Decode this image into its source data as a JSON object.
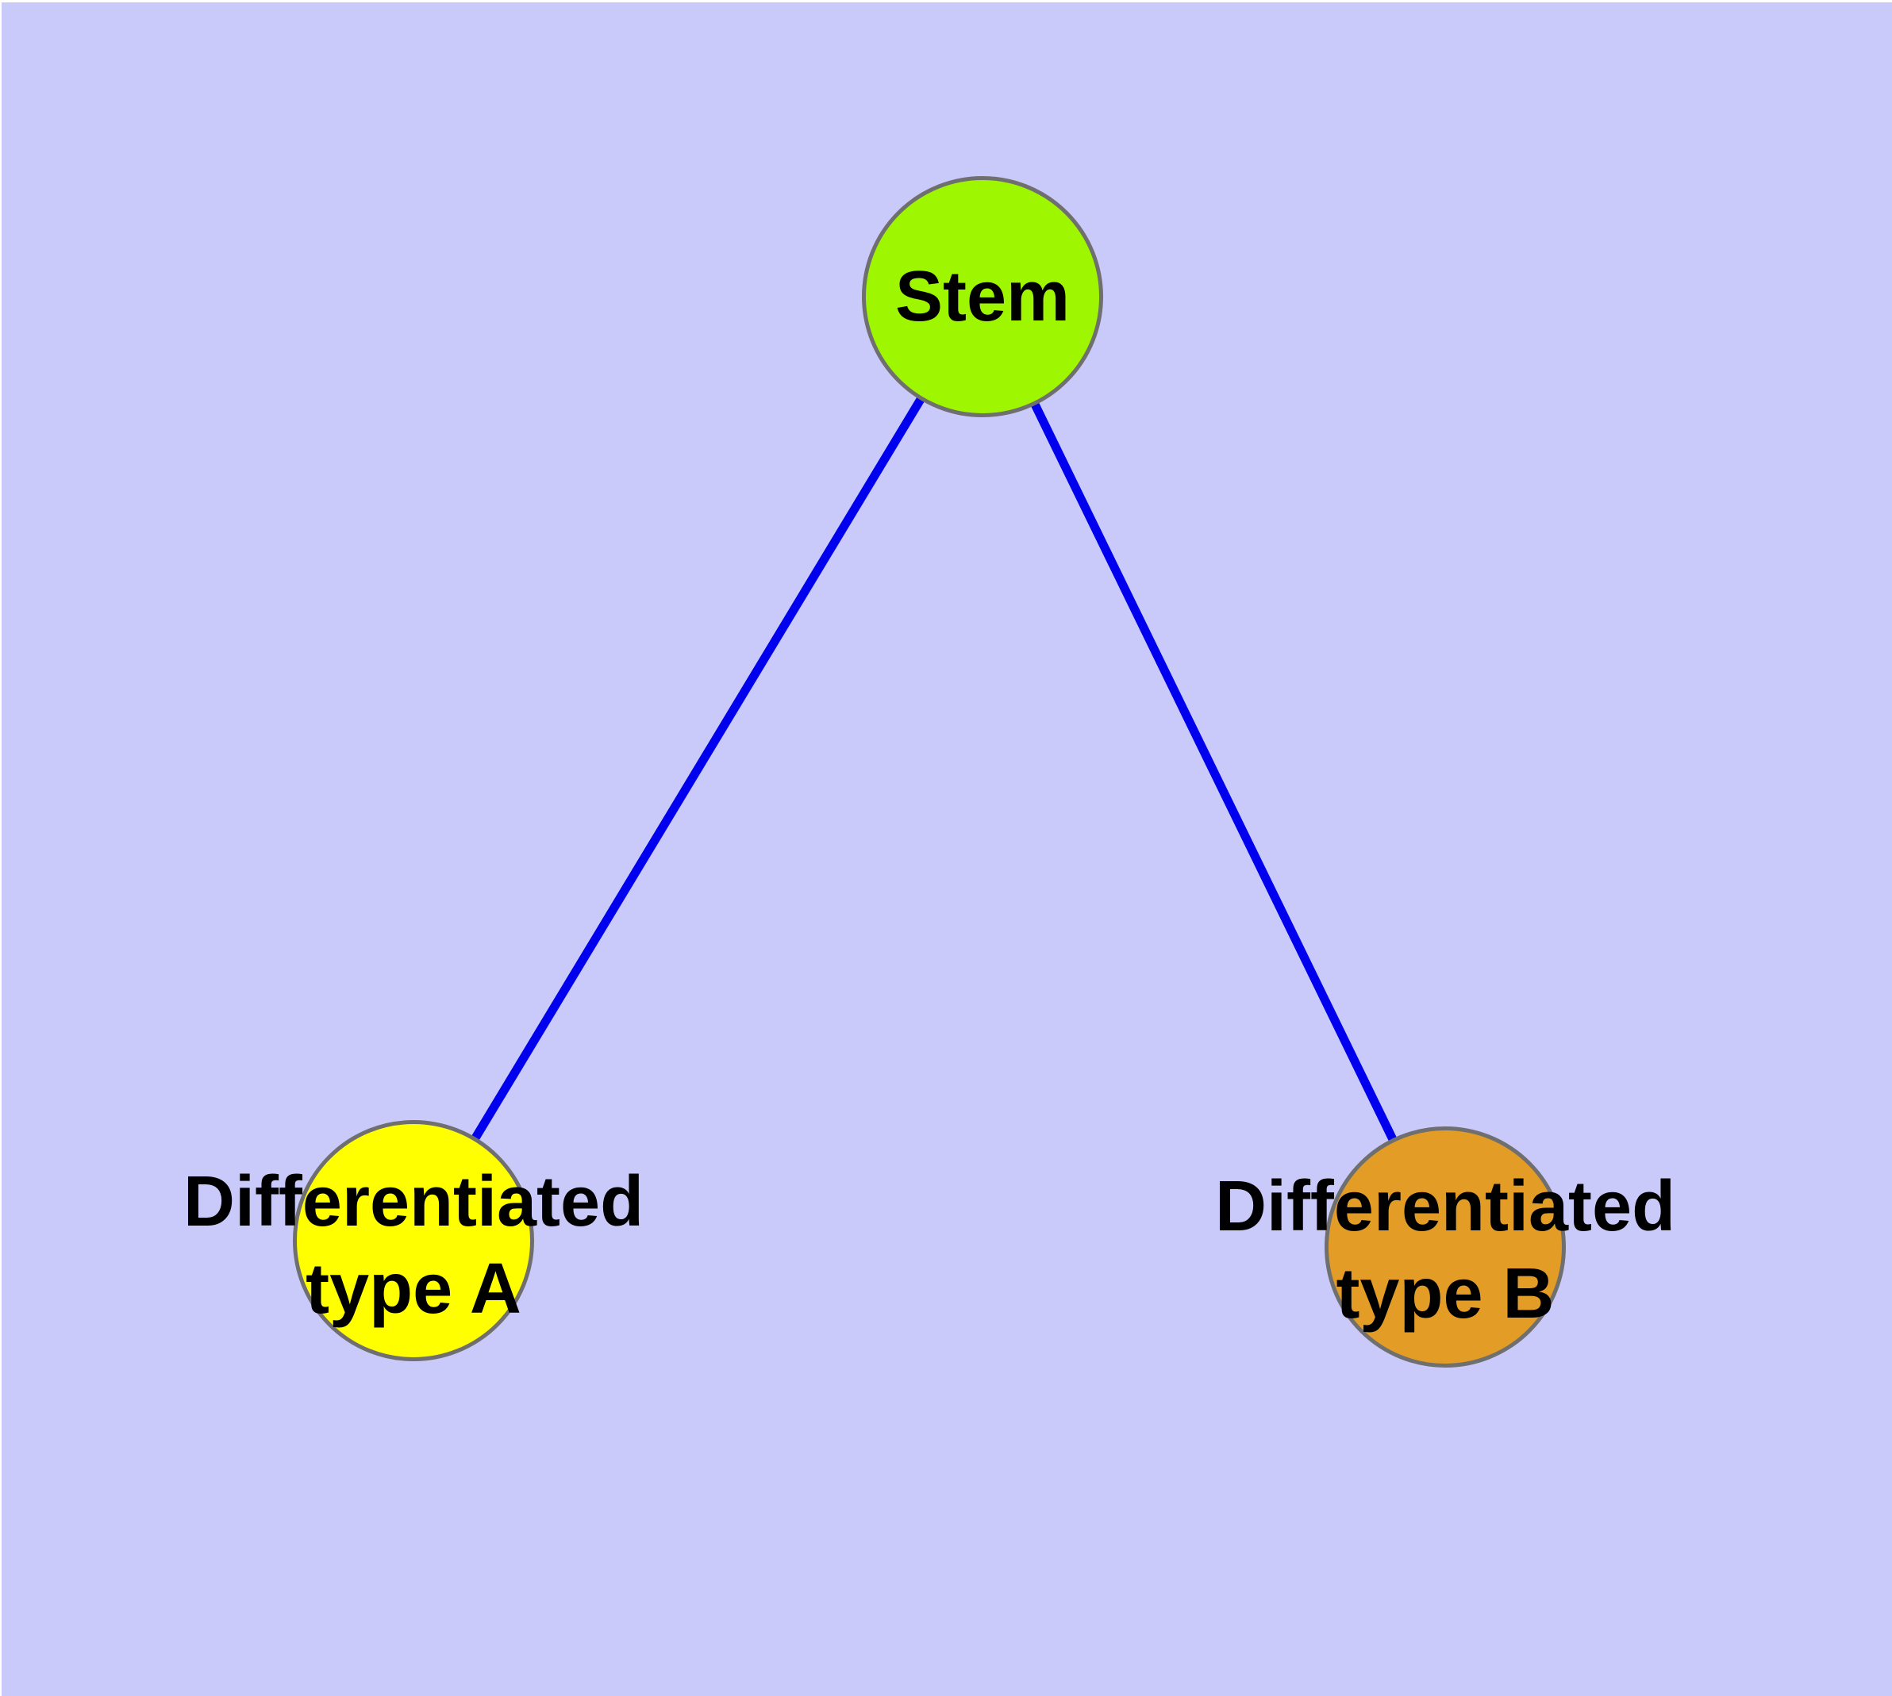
{
  "figure": {
    "description": "Node-link diagram of a stem cell differentiating into two cell types",
    "background_color": "#CACAFA",
    "margin_color": "#FFFFFF",
    "node_border_color": "#6F6F6F",
    "edge_color": "#0000EE",
    "label_color": "#000000"
  },
  "nodes": [
    {
      "id": "stem",
      "label": "Stem",
      "lines": [
        "Stem"
      ],
      "fill_color": "#9EF600"
    },
    {
      "id": "differentiated-type-a",
      "label": "Differentiated type A",
      "lines": [
        "Differentiated",
        "type A"
      ],
      "fill_color": "#FFFF00"
    },
    {
      "id": "differentiated-type-b",
      "label": "Differentiated type B",
      "lines": [
        "Differentiated",
        "type B"
      ],
      "fill_color": "#E39C25"
    }
  ],
  "edges": [
    {
      "from": "stem",
      "to": "differentiated-type-a",
      "color": "#0000EE"
    },
    {
      "from": "stem",
      "to": "differentiated-type-b",
      "color": "#0000EE"
    }
  ]
}
